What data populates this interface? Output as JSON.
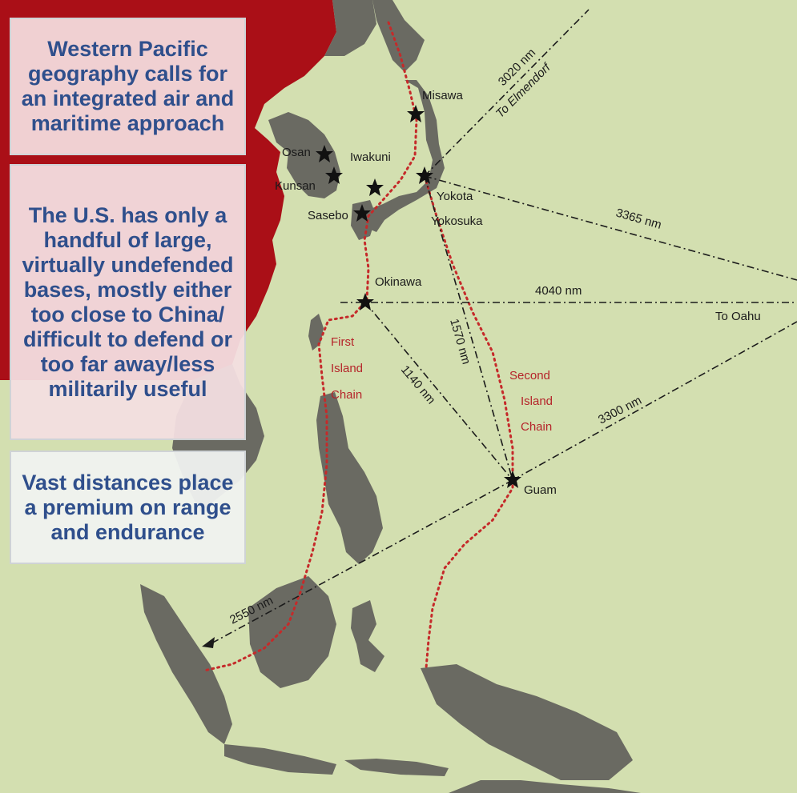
{
  "panels": {
    "geography": "Western Pacific geography calls for an integrated air and maritime approach",
    "bases": "The U.S. has only a handful of large, virtually undefended bases, mostly either too close to China/ difficult to defend or too far away/less militarily useful",
    "distances": "Vast distances place a premium on range and endurance"
  },
  "bases": {
    "misawa": "Misawa",
    "osan": "Osan",
    "kunsan": "Kunsan",
    "iwakuni": "Iwakuni",
    "yokota": "Yokota",
    "yokosuka": "Yokosuka",
    "sasebo": "Sasebo",
    "okinawa": "Okinawa",
    "guam": "Guam"
  },
  "routes": {
    "elmendorf_distance": "3020 nm",
    "elmendorf_dest": "To Elmendorf",
    "r3365": "3365 nm",
    "r4040": "4040 nm",
    "oahu_dest": "To Oahu",
    "r1570": "1570 nm",
    "r1140": "1140 nm",
    "r3300": "3300 nm",
    "r2550": "2550 nm"
  },
  "chains": {
    "first": [
      "First",
      "Island",
      "Chain"
    ],
    "second": [
      "Second",
      "Island",
      "Chain"
    ]
  },
  "colors": {
    "ocean": "#d3dfb0",
    "land": "#6a6a62",
    "china": "#aa0f17",
    "chain_line": "#c52a2a",
    "text_blue": "#2f4f8c"
  }
}
